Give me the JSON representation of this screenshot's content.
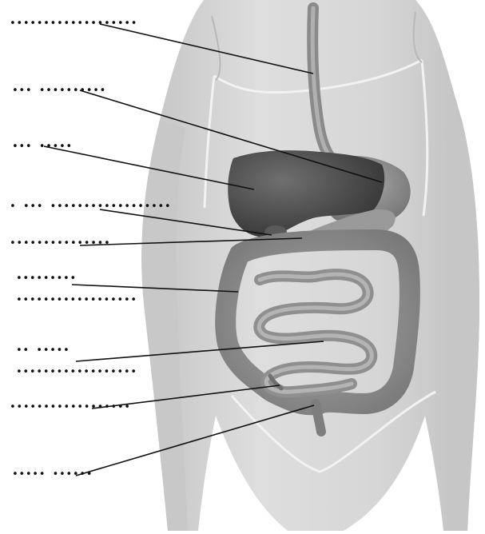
{
  "diagram": {
    "subject": "digestive-system-anatomy",
    "colors": {
      "background": "#ffffff",
      "body_silhouette": "#d9d9d9",
      "body_shadow": "#bdbdbd",
      "organ_dark": "#4a4a4a",
      "organ_mid": "#8c8c8c",
      "organ_light": "#b3b3b3",
      "leader_line": "#111111"
    },
    "labels": [
      {
        "id": "label-1",
        "text": "•••••••••••••••••••"
      },
      {
        "id": "label-2",
        "text": "••• ••••••••••"
      },
      {
        "id": "label-3",
        "text": "••• •••••"
      },
      {
        "id": "label-4",
        "text": "• ••• ••••••••••••••••••"
      },
      {
        "id": "label-5",
        "text": "•••••••••••••••"
      },
      {
        "id": "label-6a",
        "text": "•••••••••"
      },
      {
        "id": "label-6b",
        "text": "••••••••••••••••••"
      },
      {
        "id": "label-7a",
        "text": "•• •••••"
      },
      {
        "id": "label-7b",
        "text": "••••••••••••••••••"
      },
      {
        "id": "label-8",
        "text": "••••••••••••••••••"
      },
      {
        "id": "label-9",
        "text": "••••• ••••••"
      }
    ]
  }
}
